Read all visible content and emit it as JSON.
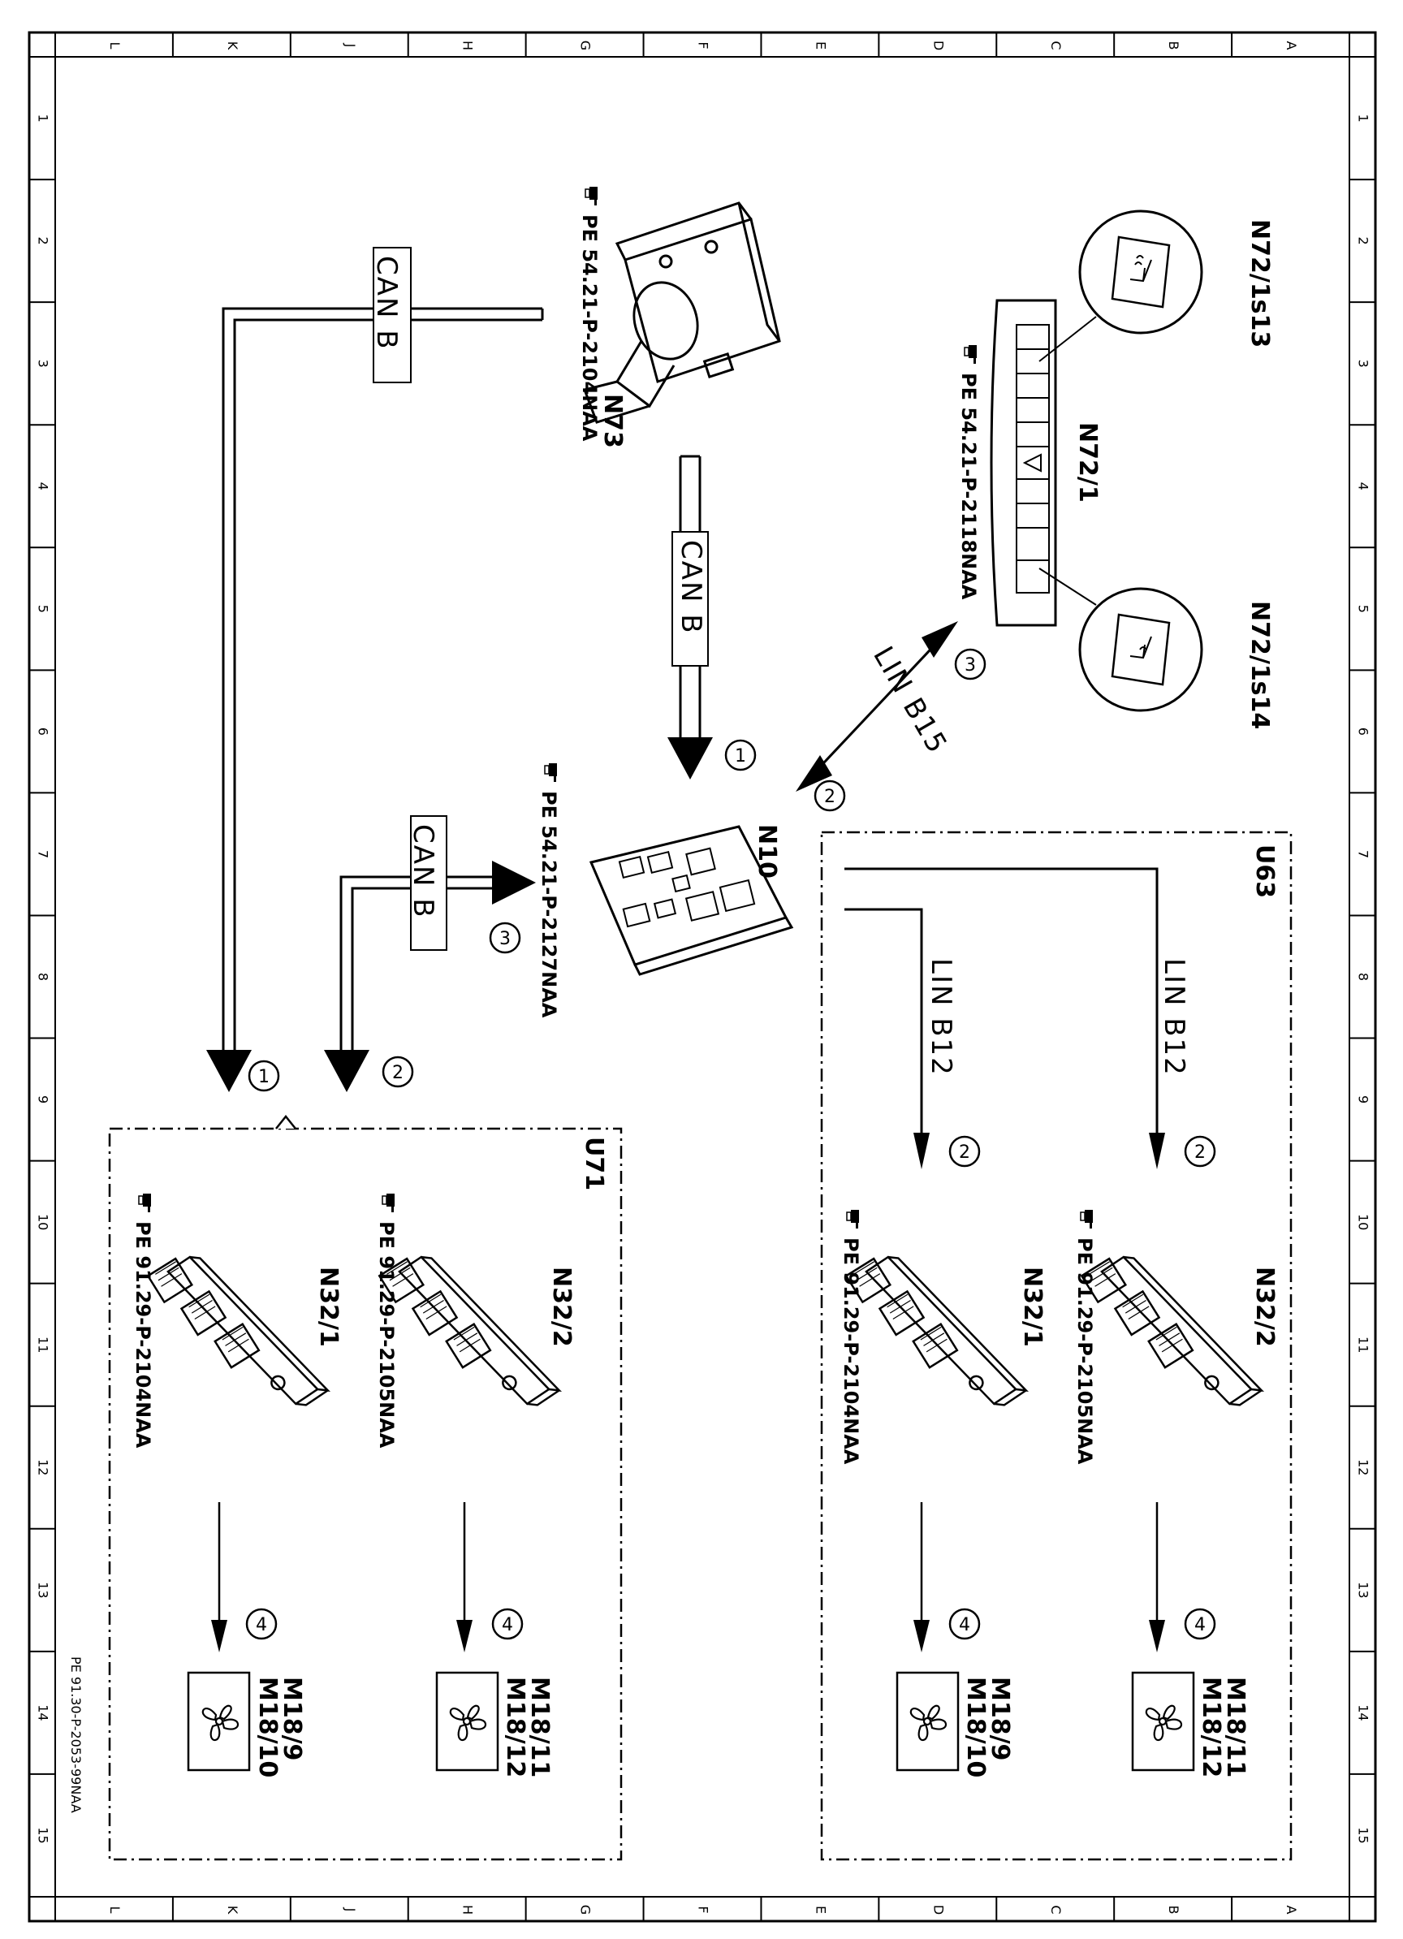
{
  "ruler": {
    "columns": [
      "L",
      "K",
      "J",
      "H",
      "G",
      "F",
      "E",
      "D",
      "C",
      "B",
      "A"
    ],
    "rows": [
      "1",
      "2",
      "3",
      "4",
      "5",
      "6",
      "7",
      "8",
      "9",
      "10",
      "11",
      "12",
      "13",
      "14",
      "15"
    ]
  },
  "components": {
    "n73": "N73",
    "n73_ref": "PE 54.21-P-2104NAA",
    "n72_1": "N72/1",
    "n72_1_ref": "PE 54.21-P-2118NAA",
    "n72_1s13": "N72/1s13",
    "n72_1s14": "N72/1s14",
    "n10": "N10",
    "n10_ref": "PE 54.21-P-2127NAA",
    "u63": "U63",
    "u71": "U71",
    "u63_n32_2": "N32/2",
    "u63_n32_2_ref": "PE 91.29-P-2105NAA",
    "u63_n32_1": "N32/1",
    "u63_n32_1_ref": "PE 91.29-P-2104NAA",
    "u71_n32_2": "N32/2",
    "u71_n32_2_ref": "PE 91.29-P-2105NAA",
    "u71_n32_1": "N32/1",
    "u71_n32_1_ref": "PE 91.29-P-2104NAA",
    "u63_fan_a_l1": "M18/11",
    "u63_fan_a_l2": "M18/12",
    "u63_fan_b_l1": "M18/9",
    "u63_fan_b_l2": "M18/10",
    "u71_fan_a_l1": "M18/11",
    "u71_fan_a_l2": "M18/12",
    "u71_fan_b_l1": "M18/9",
    "u71_fan_b_l2": "M18/10"
  },
  "buses": {
    "can_b_top": "CAN B",
    "can_b_mid": "CAN B",
    "can_b_left": "CAN B",
    "lin_b15": "LIN B15",
    "lin_b12_a": "LIN B12",
    "lin_b12_b": "LIN B12"
  },
  "steps": {
    "s1_top": "1",
    "s2_top": "2",
    "s3_top": "3",
    "s3_left": "3",
    "s1_left": "1",
    "s2_left": "2",
    "s2_u63_a": "2",
    "s2_u63_b": "2",
    "s4_u63_a": "4",
    "s4_u63_b": "4",
    "s4_u71_a": "4",
    "s4_u71_b": "4"
  },
  "document_code": "PE 91.30-P-2053-99NAA",
  "icons": {
    "reference": "pointing-hand-icon",
    "fan": "fan-icon",
    "seat_ventilation": "seat-ventilation-icon"
  }
}
